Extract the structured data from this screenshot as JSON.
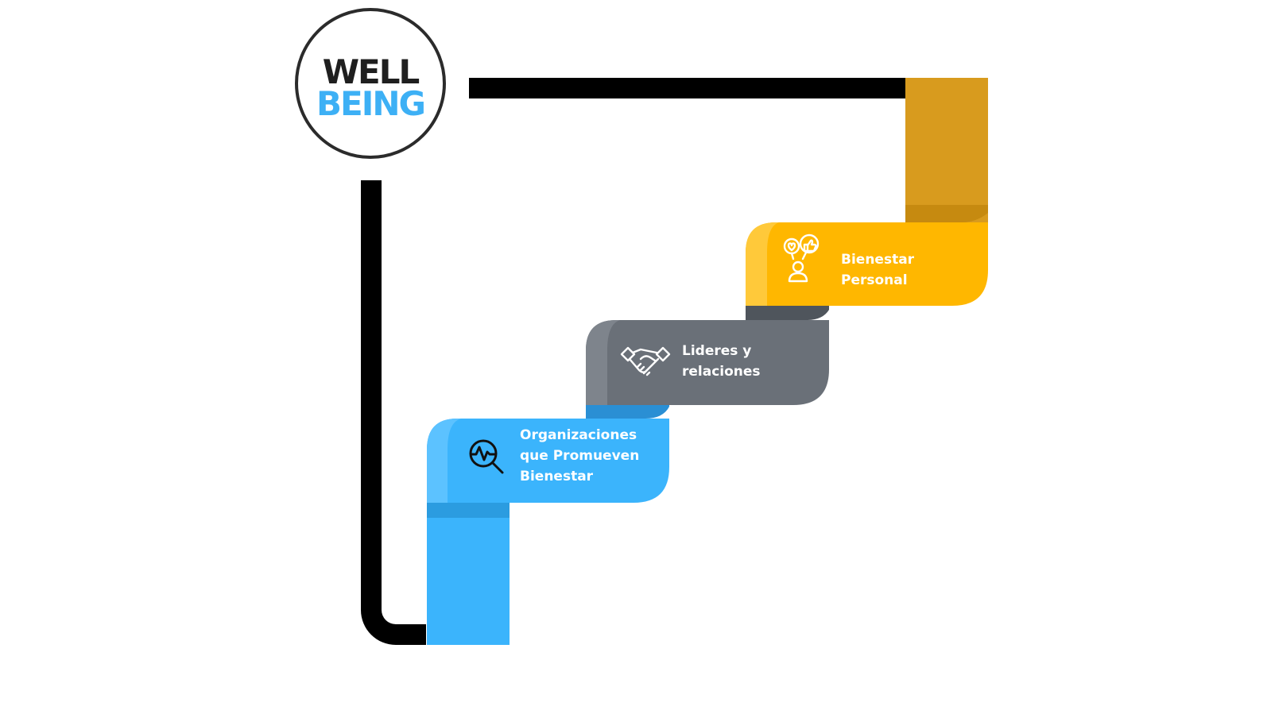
{
  "logo": {
    "line1": "WELL",
    "line2": "BEING",
    "colors": {
      "line1": "#1f1f1f",
      "line2": "#3db0f5"
    }
  },
  "steps": [
    {
      "label": "Bienestar Personal",
      "color": "#ffb700",
      "icon": "person-heart-thumbs-up-icon"
    },
    {
      "label": "Lideres y\nrelaciones",
      "color": "#6a7078",
      "icon": "handshake-icon"
    },
    {
      "label": "Organizaciones\nque Promueven\nBienestar",
      "color": "#3bb4fc",
      "icon": "magnifier-pulse-icon"
    }
  ]
}
